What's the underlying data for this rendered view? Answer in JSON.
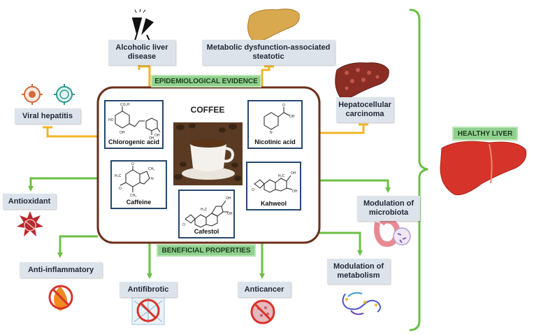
{
  "center": {
    "title": "COFFEE",
    "compounds": [
      "Chlorogenic acid",
      "Nicotinic acid",
      "Caffeine",
      "Kahweol",
      "Cafestol"
    ]
  },
  "banners": {
    "epidemiological": "EPIDEMIOLOGICAL EVIDENCE",
    "beneficial": "BENEFICIAL PROPERTIES",
    "healthy_liver": "HEALTHY LIVER"
  },
  "diseases": {
    "alcoholic": "Alcoholic liver disease",
    "metabolic": "Metabolic dysfunction-associated steatotic",
    "viral": "Viral hepatitis",
    "hcc": "Hepatocellular carcinoma"
  },
  "properties": {
    "antioxidant": "Antioxidant",
    "anti_inflammatory": "Anti-inflammatory",
    "antifibrotic": "Antifibrotic",
    "anticancer": "Anticancer",
    "metabolism": "Modulation of metabolism",
    "microbiota": "Modulation of microbiota"
  },
  "colors": {
    "inhibit_line": "#f0b52a",
    "promote_line": "#6cbf45",
    "frame": "#6b2f1a",
    "molecule_border": "#25486e",
    "bracket": "#6cbf45"
  }
}
